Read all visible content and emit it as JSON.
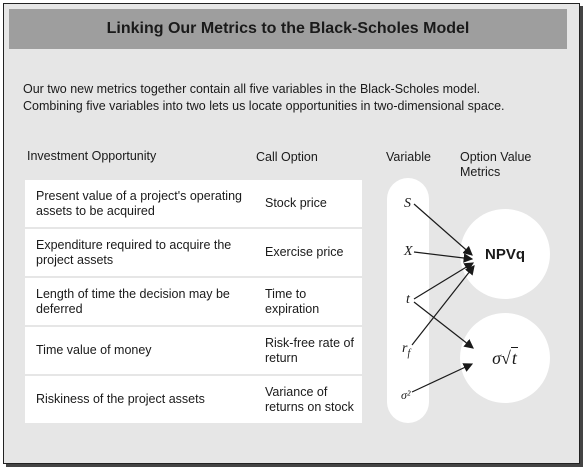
{
  "title": "Linking Our Metrics to the Black-Scholes Model",
  "intro": [
    "Our two new metrics together contain all five variables in the Black-Scholes model.",
    "Combining five variables into two lets us locate opportunities in two-dimensional space."
  ],
  "headers": {
    "investment": "Investment Opportunity",
    "call": "Call Option",
    "variable": "Variable",
    "metrics": "Option Value Metrics"
  },
  "rows": [
    {
      "investment": "Present value of a project's operating assets to be acquired",
      "call": "Stock price",
      "variable": "S"
    },
    {
      "investment": "Expenditure required to acquire the project assets",
      "call": "Exercise price",
      "variable": "X"
    },
    {
      "investment": "Length of time the decision may be deferred",
      "call": "Time to expiration",
      "variable": "t"
    },
    {
      "investment": "Time value of money",
      "call": "Risk-free rate of return",
      "variable": "rf"
    },
    {
      "investment": "Riskiness of the project assets",
      "call": "Variance of returns on stock",
      "variable": "σ²"
    }
  ],
  "metrics": {
    "npvq": "NPVq",
    "sigma": "σ",
    "sqrt_symbol": "√",
    "sqrt_arg": "t"
  },
  "colors": {
    "background": "#e6e6e6",
    "title_bar": "#9e9e9e",
    "cell": "#ffffff",
    "text": "#1a1a1a"
  }
}
